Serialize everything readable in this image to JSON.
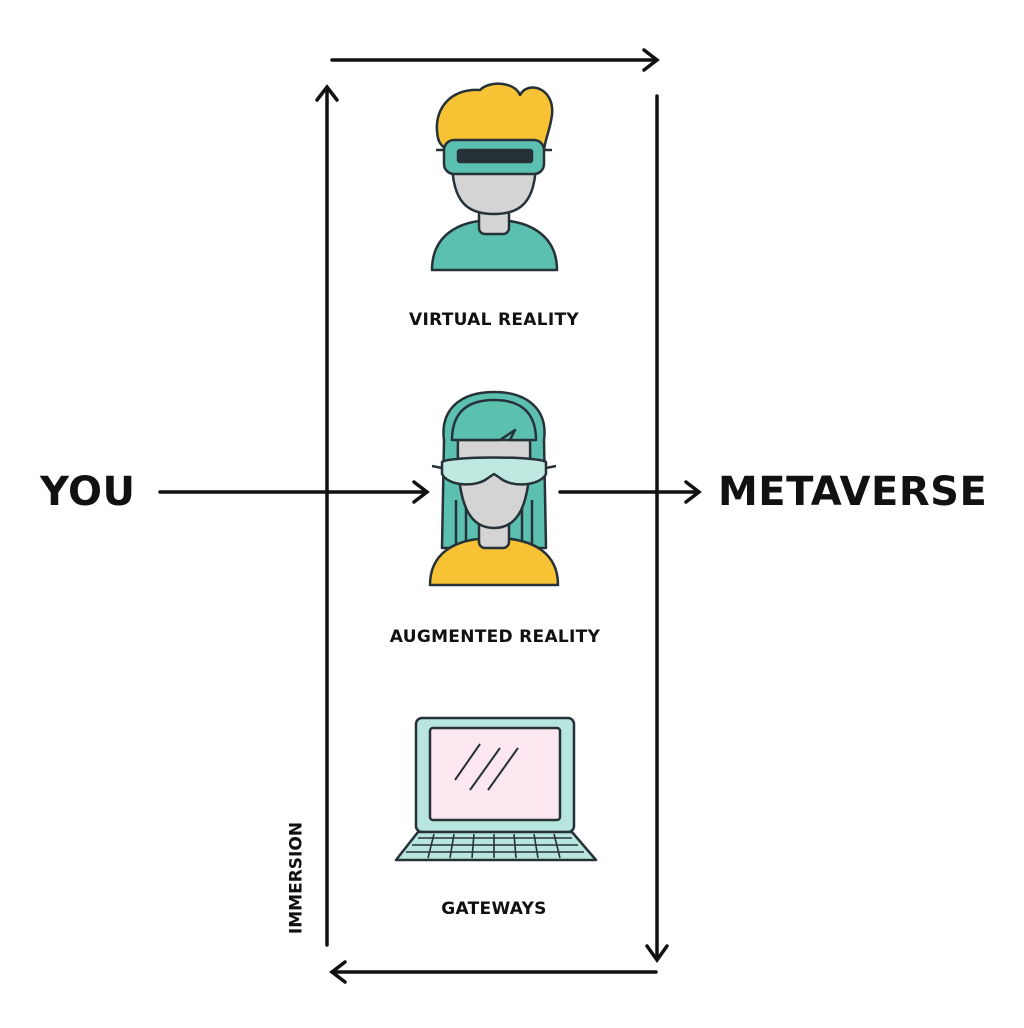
{
  "labels": {
    "you": "YOU",
    "metaverse": "METAVERSE",
    "virtual_reality": "VIRTUAL REALITY",
    "augmented_reality": "AUGMENTED REALITY",
    "gateways": "GATEWAYS",
    "immersion": "IMMERSION"
  },
  "icons": {
    "vr": "person-with-vr-headset-icon",
    "ar": "person-with-ar-glasses-icon",
    "gateway": "laptop-icon"
  },
  "colors": {
    "ink": "#111111",
    "outline": "#263238",
    "teal": "#5bc0b0",
    "yellow": "#f7c234",
    "skin": "#d4d4d4",
    "pink": "#fce6f0",
    "laptop_base": "#b9e6dc"
  }
}
